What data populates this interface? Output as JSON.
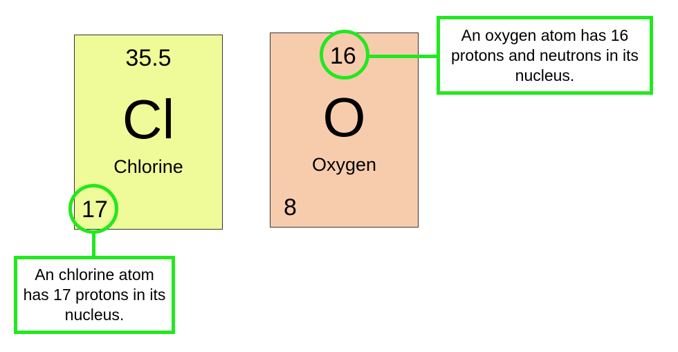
{
  "chlorine": {
    "mass": "35.5",
    "symbol": "Cl",
    "name": "Chlorine",
    "atomic_number": "17",
    "color": "#eefb98"
  },
  "oxygen": {
    "mass": "16",
    "symbol": "O",
    "name": "Oxygen",
    "atomic_number": "8",
    "color": "#f7ccad"
  },
  "callouts": {
    "chlorine_text": "An chlorine atom has 17 protons in its nucleus.",
    "oxygen_text": "An oxygen atom has 16 protons and neutrons in its nucleus."
  },
  "highlight_color": "#22e81e"
}
